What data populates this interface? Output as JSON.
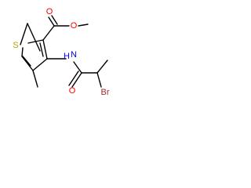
{
  "molecule": {
    "atoms": {
      "sulfur": "S",
      "ester_carbonyl_oxygen": "O",
      "ester_ether_oxygen": "O",
      "amide_nitrogen": "N",
      "amide_hydrogen": "H",
      "amide_carbonyl_oxygen": "O",
      "bromine": "Br"
    },
    "colors": {
      "bond": "#000000",
      "sulfur": "#b5a000",
      "oxygen": "#ff0000",
      "nitrogen": "#0000ff",
      "bromine": "#a52a2a"
    }
  }
}
